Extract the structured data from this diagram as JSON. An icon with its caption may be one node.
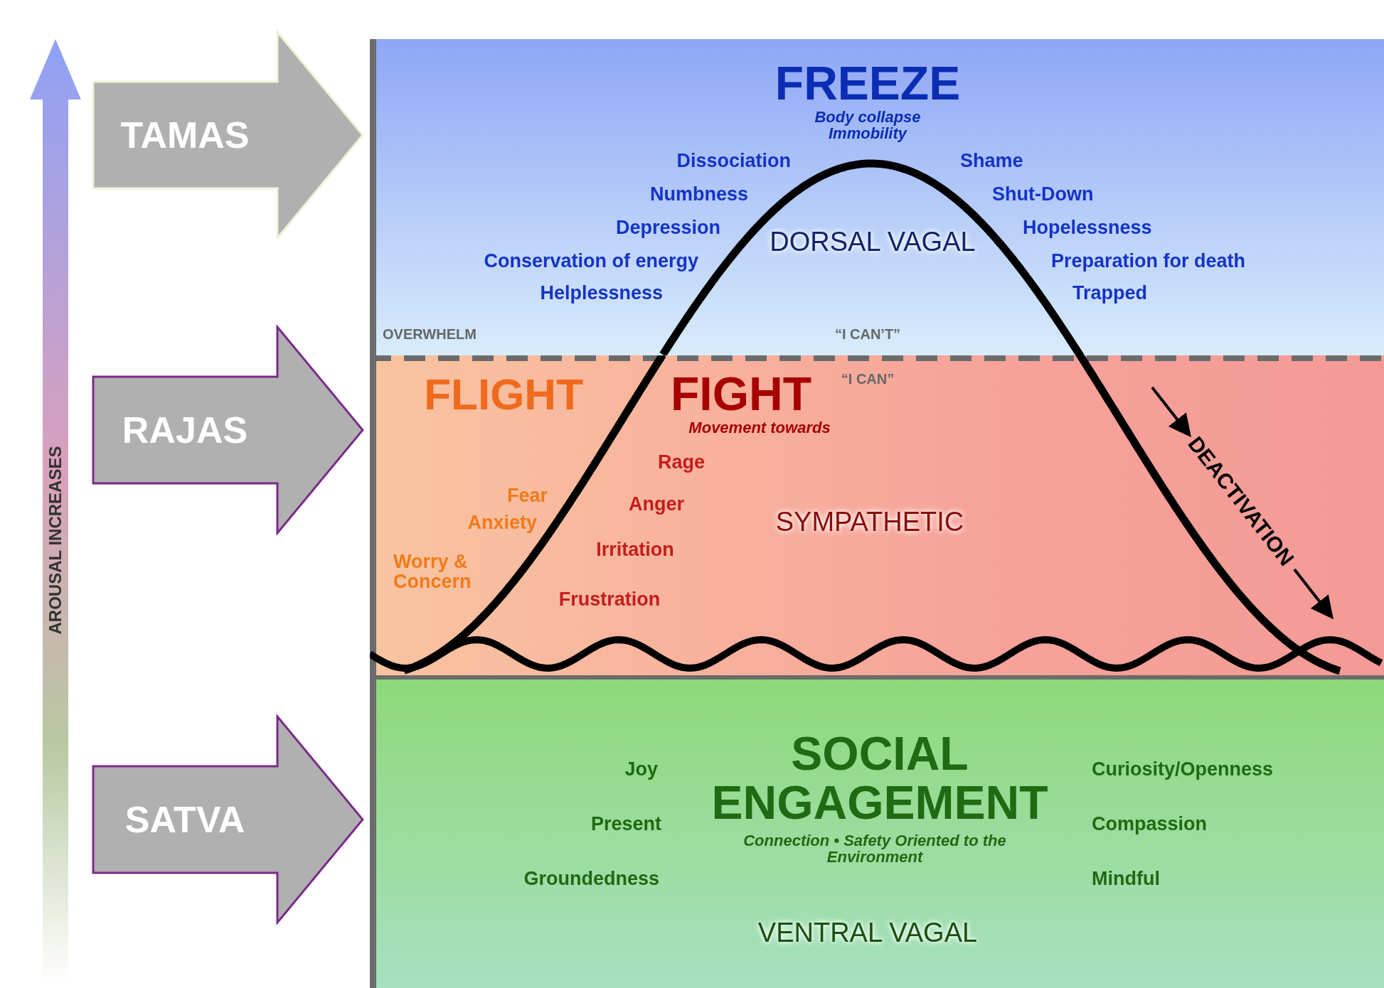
{
  "diagram": {
    "nodes": [
      {
        "text": [
          "FREEZE",
          "Body collapse Immobility",
          "Dissociation",
          "Shame",
          "Numbness",
          "Shut-Down",
          "Depression",
          "DORSAL VAGAL",
          "Hopelessness",
          "Conservation of energy",
          "Preparation for death",
          "Helplessness",
          "Trapped",
          "OVERWHELM",
          "“I CAN’T”"
        ]
      },
      {
        "text": [
          "FLIGHT",
          "FIGHT",
          "“I CAN”",
          "Movement towards",
          "Rage",
          "Fear",
          "Anger",
          "Anxiety",
          "SYMPATHETIC",
          "Irritation",
          "Worry & Concern",
          "Frustration"
        ]
      },
      {
        "text": [
          "Joy",
          "SOCIAL ENGAGEMENT",
          "Curiosity/Openness",
          "Present",
          "Connection • Safety Oriented to the Environment",
          "Compassion",
          "Groundedness",
          "Mindful",
          "VENTRAL VAGAL"
        ]
      },
      {
        "text": [
          "TAMAS"
        ]
      },
      {
        "text": [
          "RAJAS"
        ]
      },
      {
        "text": [
          "SATVA"
        ]
      }
    ],
    "labels": [
      "AROUSAL INCREASES",
      "DEACTIVATION"
    ]
  }
}
